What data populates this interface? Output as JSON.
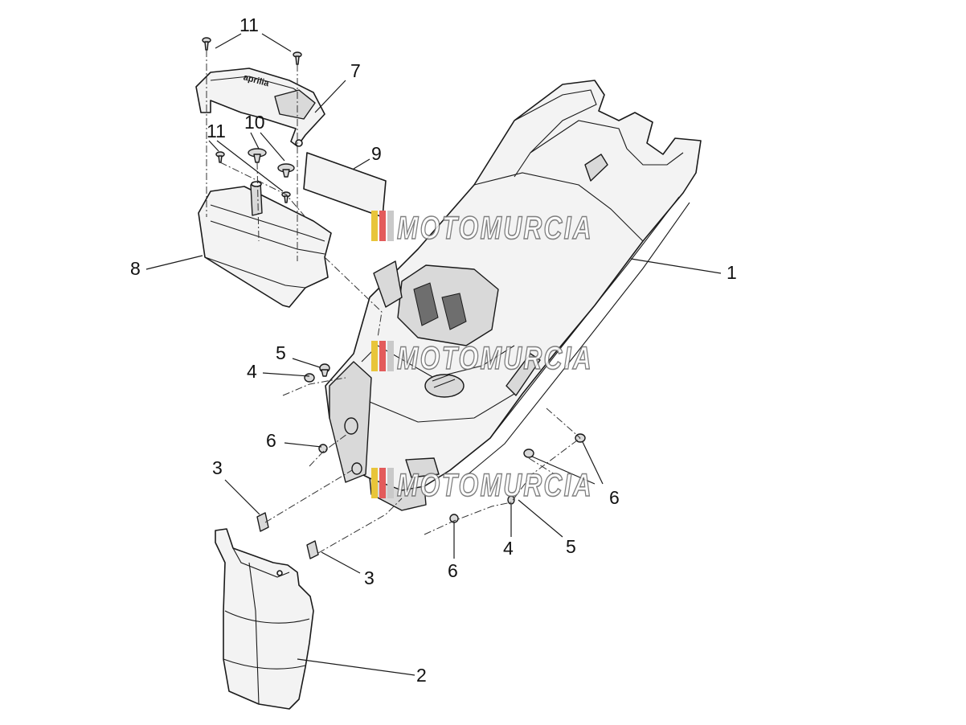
{
  "diagram": {
    "callouts": [
      {
        "id": "c1",
        "text": "1"
      },
      {
        "id": "c2",
        "text": "2"
      },
      {
        "id": "c3a",
        "text": "3"
      },
      {
        "id": "c3b",
        "text": "3"
      },
      {
        "id": "c4a",
        "text": "4"
      },
      {
        "id": "c4b",
        "text": "4"
      },
      {
        "id": "c5a",
        "text": "5"
      },
      {
        "id": "c5b",
        "text": "5"
      },
      {
        "id": "c6a",
        "text": "6"
      },
      {
        "id": "c6b",
        "text": "6"
      },
      {
        "id": "c6c",
        "text": "6"
      },
      {
        "id": "c7",
        "text": "7"
      },
      {
        "id": "c8",
        "text": "8"
      },
      {
        "id": "c9",
        "text": "9"
      },
      {
        "id": "c10",
        "text": "10"
      },
      {
        "id": "c11a",
        "text": "11"
      },
      {
        "id": "c11b",
        "text": "11"
      }
    ],
    "watermark": {
      "text": "MOTOMURCIA",
      "stripe_colors": [
        "#e8c53a",
        "#e35b5b",
        "#c9c9c9"
      ]
    },
    "part_logo": "aprilia"
  }
}
